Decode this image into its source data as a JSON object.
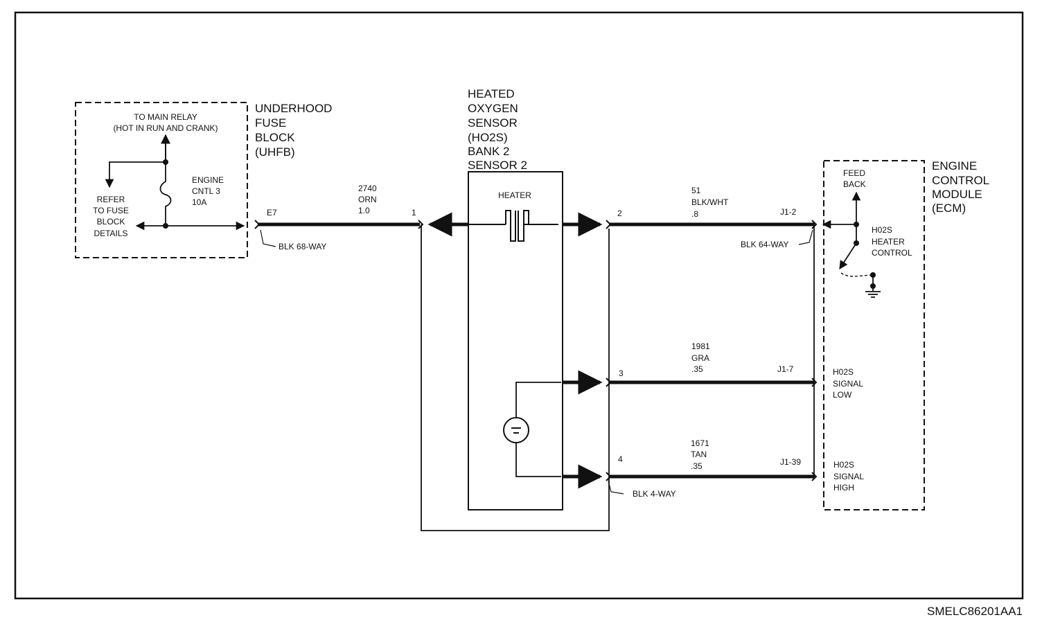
{
  "diagram_id": "SMELC86201AA1",
  "uhfb": {
    "title_lines": [
      "UNDERHOOD",
      "FUSE",
      "BLOCK",
      "(UHFB)"
    ],
    "main_relay_lines": [
      "TO MAIN RELAY",
      "(HOT IN RUN AND CRANK)"
    ],
    "refer_lines": [
      "REFER",
      "TO FUSE",
      "BLOCK",
      "DETAILS"
    ],
    "fuse_lines": [
      "ENGINE",
      "CNTL 3",
      "10A"
    ],
    "terminal": "E7",
    "connector": "BLK 68-WAY"
  },
  "wire_2740": {
    "lines": [
      "2740",
      "ORN",
      "1.0"
    ]
  },
  "sensor": {
    "title_lines": [
      "HEATED",
      "OXYGEN",
      "SENSOR",
      "(HO2S)",
      "BANK 2",
      "SENSOR 2"
    ],
    "heater_label": "HEATER",
    "pins": [
      "1",
      "2",
      "3",
      "4"
    ],
    "connector": "BLK 4-WAY"
  },
  "wires": [
    {
      "lines": [
        "51",
        "BLK/WHT",
        ".8"
      ],
      "ecm_pin": "J1-2"
    },
    {
      "lines": [
        "1981",
        "GRA",
        ".35"
      ],
      "ecm_pin": "J1-7"
    },
    {
      "lines": [
        "1671",
        "TAN",
        ".35"
      ],
      "ecm_pin": "J1-39"
    }
  ],
  "ecm": {
    "title_lines": [
      "ENGINE",
      "CONTROL",
      "MODULE",
      "(ECM)"
    ],
    "connector": "BLK 64-WAY",
    "feedback_lines": [
      "FEED",
      "BACK"
    ],
    "heater_control_lines": [
      "H02S",
      "HEATER",
      "CONTROL"
    ],
    "signal_low_lines": [
      "H02S",
      "SIGNAL",
      "LOW"
    ],
    "signal_high_lines": [
      "H02S",
      "SIGNAL",
      "HIGH"
    ]
  }
}
